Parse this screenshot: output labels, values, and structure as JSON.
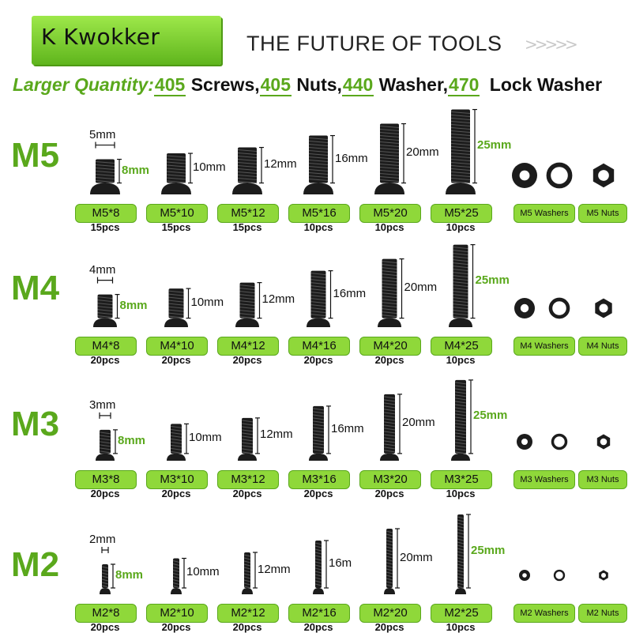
{
  "header": {
    "brand": "K Kwokker",
    "tagline": "THE FUTURE OF TOOLS",
    "chevrons": ">>>>>"
  },
  "headline": {
    "lead": "Larger Quantity:",
    "screws_count": "405",
    "screws_label": "Screws,",
    "nuts_count": "405",
    "nuts_label": "Nuts,",
    "washer_count": "440",
    "washer_label": "Washer,",
    "lock_count": "470",
    "lock_label": "Lock Washer"
  },
  "sizes": [
    {
      "label": "M5",
      "diameter": "5mm",
      "screws": [
        {
          "name": "M5*8",
          "length": "8mm",
          "qty": "15pcs"
        },
        {
          "name": "M5*10",
          "length": "10mm",
          "qty": "15pcs"
        },
        {
          "name": "M5*12",
          "length": "12mm",
          "qty": "15pcs"
        },
        {
          "name": "M5*16",
          "length": "16mm",
          "qty": "10pcs"
        },
        {
          "name": "M5*20",
          "length": "20mm",
          "qty": "10pcs"
        },
        {
          "name": "M5*25",
          "length": "25mm",
          "qty": "10pcs"
        }
      ],
      "washers_label": "M5 Washers",
      "nuts_label": "M5 Nuts"
    },
    {
      "label": "M4",
      "diameter": "4mm",
      "screws": [
        {
          "name": "M4*8",
          "length": "8mm",
          "qty": "20pcs"
        },
        {
          "name": "M4*10",
          "length": "10mm",
          "qty": "20pcs"
        },
        {
          "name": "M4*12",
          "length": "12mm",
          "qty": "20pcs"
        },
        {
          "name": "M4*16",
          "length": "16mm",
          "qty": "20pcs"
        },
        {
          "name": "M4*20",
          "length": "20mm",
          "qty": "20pcs"
        },
        {
          "name": "M4*25",
          "length": "25mm",
          "qty": "10pcs"
        }
      ],
      "washers_label": "M4 Washers",
      "nuts_label": "M4 Nuts"
    },
    {
      "label": "M3",
      "diameter": "3mm",
      "screws": [
        {
          "name": "M3*8",
          "length": "8mm",
          "qty": "20pcs"
        },
        {
          "name": "M3*10",
          "length": "10mm",
          "qty": "20pcs"
        },
        {
          "name": "M3*12",
          "length": "12mm",
          "qty": "20pcs"
        },
        {
          "name": "M3*16",
          "length": "16mm",
          "qty": "20pcs"
        },
        {
          "name": "M3*20",
          "length": "20mm",
          "qty": "20pcs"
        },
        {
          "name": "M3*25",
          "length": "25mm",
          "qty": "10pcs"
        }
      ],
      "washers_label": "M3 Washers",
      "nuts_label": "M3 Nuts"
    },
    {
      "label": "M2",
      "diameter": "2mm",
      "screws": [
        {
          "name": "M2*8",
          "length": "8mm",
          "qty": "20pcs"
        },
        {
          "name": "M2*10",
          "length": "10mm",
          "qty": "20pcs"
        },
        {
          "name": "M2*12",
          "length": "12mm",
          "qty": "20pcs"
        },
        {
          "name": "M2*16",
          "length": "16m",
          "qty": "20pcs"
        },
        {
          "name": "M2*20",
          "length": "20mm",
          "qty": "20pcs"
        },
        {
          "name": "M2*25",
          "length": "25mm",
          "qty": "10pcs"
        }
      ],
      "washers_label": "M2 Washers",
      "nuts_label": "M2 Nuts"
    }
  ],
  "colors": {
    "accent": "#5aa81c",
    "pill": "#8fd83a",
    "hardware": "#1c1c1c"
  }
}
